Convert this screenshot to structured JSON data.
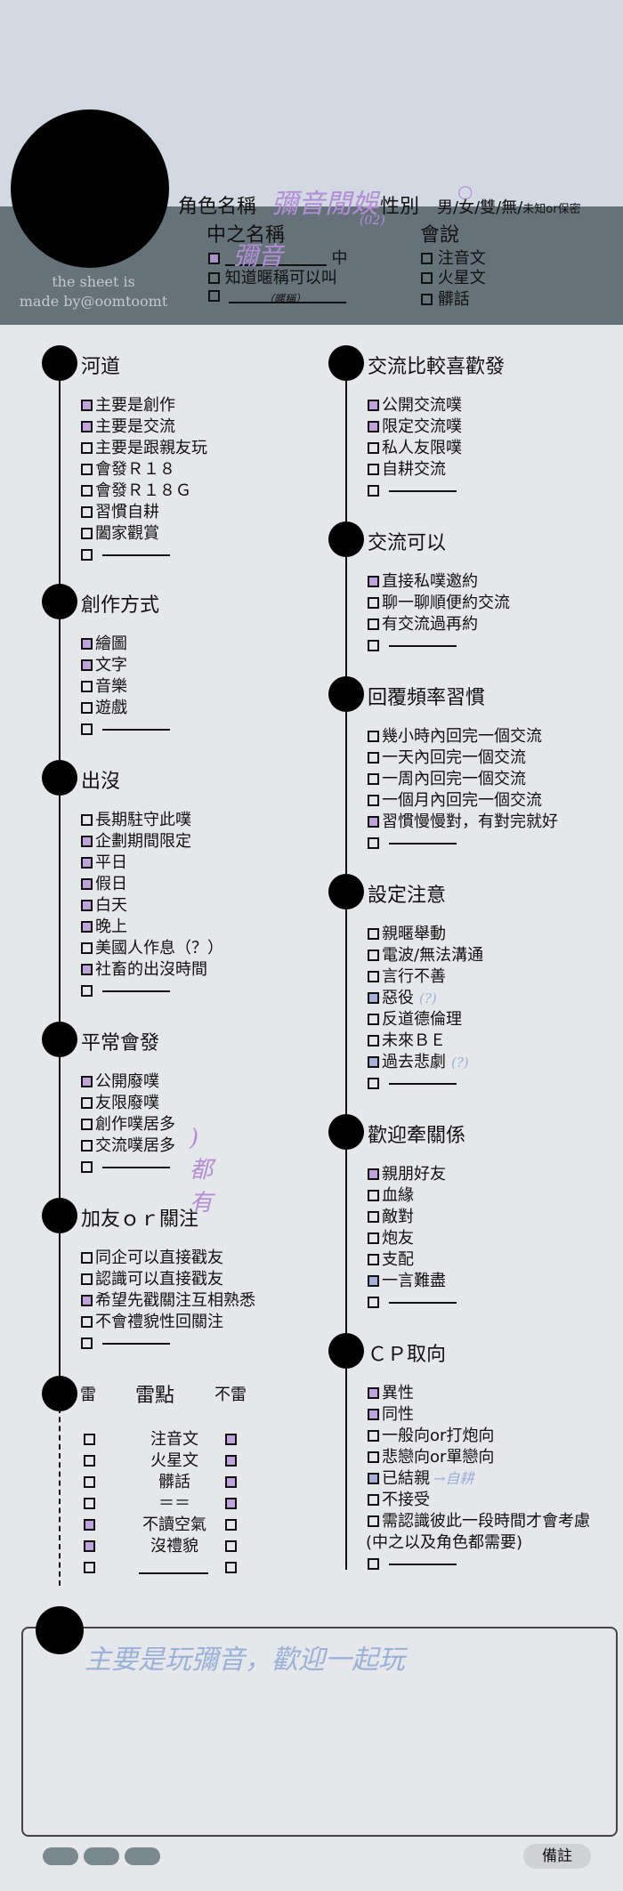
{
  "header": {
    "credit": [
      "the sheet is",
      "made by@oomtoomt"
    ],
    "char_name_label": "角色名稱",
    "char_name_value": "彌音閒娛",
    "char_name_sub": "(02)",
    "gender_label": "性別",
    "gender_options": "男/女/雙/無/",
    "gender_small": "未知or保密",
    "nickname_label": "中之名稱",
    "nick_row1_value": "彌音",
    "nick_row1_suffix": "中",
    "nick_row2": "知道暱稱可以叫",
    "nick_row3_sub": "（暱稱）",
    "lang_label": "會說",
    "lang_items": [
      "注音文",
      "火星文",
      "髒話"
    ]
  },
  "sections": {
    "hedao": {
      "title": "河道",
      "items": [
        {
          "text": "主要是創作",
          "mark": true
        },
        {
          "text": "主要是交流",
          "mark": true
        },
        {
          "text": "主要是跟親友玩",
          "mark": false
        },
        {
          "text": "會發Ｒ１８",
          "mark": false
        },
        {
          "text": "會發Ｒ１８Ｇ",
          "mark": false
        },
        {
          "text": "習慣自耕",
          "mark": false
        },
        {
          "text": "闔家觀賞",
          "mark": false
        }
      ]
    },
    "creation": {
      "title": "創作方式",
      "items": [
        {
          "text": "繪圖",
          "mark": true
        },
        {
          "text": "文字",
          "mark": true
        },
        {
          "text": "音樂",
          "mark": false
        },
        {
          "text": "遊戲",
          "mark": false
        }
      ]
    },
    "appear": {
      "title": "出沒",
      "items": [
        {
          "text": "長期駐守此噗",
          "mark": false
        },
        {
          "text": "企劃期間限定",
          "mark": true
        },
        {
          "text": "平日",
          "mark": true
        },
        {
          "text": "假日",
          "mark": true
        },
        {
          "text": "白天",
          "mark": true
        },
        {
          "text": "晚上",
          "mark": true
        },
        {
          "text": "美國人作息（？）",
          "mark": false
        },
        {
          "text": "社畜的出沒時間",
          "mark": true
        }
      ]
    },
    "usual": {
      "title": "平常會發",
      "items": [
        {
          "text": "公開廢噗",
          "mark": true
        },
        {
          "text": "友限廢噗",
          "mark": false
        },
        {
          "text": "創作噗居多",
          "mark": false
        },
        {
          "text": "交流噗居多",
          "mark": false
        }
      ],
      "note": ")都有"
    },
    "follow": {
      "title": "加友ｏｒ關注",
      "items": [
        {
          "text": "同企可以直接戳友",
          "mark": false
        },
        {
          "text": "認識可以直接戳友",
          "mark": false
        },
        {
          "text": "希望先戳關注互相熟悉",
          "mark": true
        },
        {
          "text": "不會禮貌性回關注",
          "mark": false
        }
      ]
    },
    "exchange_pref": {
      "title": "交流比較喜歡發",
      "items": [
        {
          "text": "公開交流噗",
          "mark": true
        },
        {
          "text": "限定交流噗",
          "mark": true
        },
        {
          "text": "私人友限噗",
          "mark": false
        },
        {
          "text": "自耕交流",
          "mark": false
        }
      ]
    },
    "exchange_ok": {
      "title": "交流可以",
      "items": [
        {
          "text": "直接私噗邀約",
          "mark": true
        },
        {
          "text": "聊一聊順便約交流",
          "mark": false
        },
        {
          "text": "有交流過再約",
          "mark": false
        }
      ]
    },
    "reply": {
      "title": "回覆頻率習慣",
      "items": [
        {
          "text": "幾小時內回完一個交流",
          "mark": false
        },
        {
          "text": "一天內回完一個交流",
          "mark": false
        },
        {
          "text": "一周內回完一個交流",
          "mark": false
        },
        {
          "text": "一個月內回完一個交流",
          "mark": false
        },
        {
          "text": "習慣慢慢對，有對完就好",
          "mark": true
        }
      ]
    },
    "setting": {
      "title": "設定注意",
      "items": [
        {
          "text": "親暱舉動",
          "mark": false
        },
        {
          "text": "電波/無法溝通",
          "mark": false
        },
        {
          "text": "言行不善",
          "mark": false
        },
        {
          "text": "惡役",
          "mark": "blue",
          "note": "(?)"
        },
        {
          "text": "反道德倫理",
          "mark": false
        },
        {
          "text": "未來ＢＥ",
          "mark": false
        },
        {
          "text": "過去悲劇",
          "mark": "blue",
          "note": "(?)"
        }
      ]
    },
    "relation": {
      "title": "歡迎牽關係",
      "items": [
        {
          "text": "親朋好友",
          "mark": true
        },
        {
          "text": "血緣",
          "mark": false
        },
        {
          "text": "敵對",
          "mark": false
        },
        {
          "text": "炮友",
          "mark": false
        },
        {
          "text": "支配",
          "mark": false
        },
        {
          "text": "一言難盡",
          "mark": "blue"
        }
      ]
    },
    "cp": {
      "title": "ＣＰ取向",
      "items": [
        {
          "text": "異性",
          "mark": true
        },
        {
          "text": "同性",
          "mark": true
        },
        {
          "text": "一般向or打炮向",
          "mark": false
        },
        {
          "text": "悲戀向or單戀向",
          "mark": false
        },
        {
          "text": "已結親",
          "mark": "blue",
          "note": "→自耕"
        },
        {
          "text": "不接受",
          "mark": false
        },
        {
          "text": "需認識彼此一段時間才會考慮",
          "mark": false
        },
        {
          "text": "(中之以及角色都需要)",
          "mark": null
        }
      ]
    }
  },
  "mines": {
    "col_left": "雷",
    "col_title": "雷點",
    "col_right": "不雷",
    "rows": [
      {
        "text": "注音文",
        "left": false,
        "right": true
      },
      {
        "text": "火星文",
        "left": false,
        "right": true
      },
      {
        "text": "髒話",
        "left": false,
        "right": true
      },
      {
        "text": "＝＝",
        "left": false,
        "right": true
      },
      {
        "text": "不讀空氣",
        "left": true,
        "right": false
      },
      {
        "text": "沒禮貌",
        "left": true,
        "right": false
      },
      {
        "text": "",
        "left": false,
        "right": false
      }
    ]
  },
  "memo": {
    "text": "主要是玩彌音，歡迎一起玩"
  },
  "footer": {
    "remark": "備註"
  },
  "colors": {
    "header_top": "#d3d9e2",
    "header_bottom": "#66727a",
    "background": "#e6e7ea",
    "mark_purple": "#b896d8",
    "mark_blue": "#9caad6"
  }
}
